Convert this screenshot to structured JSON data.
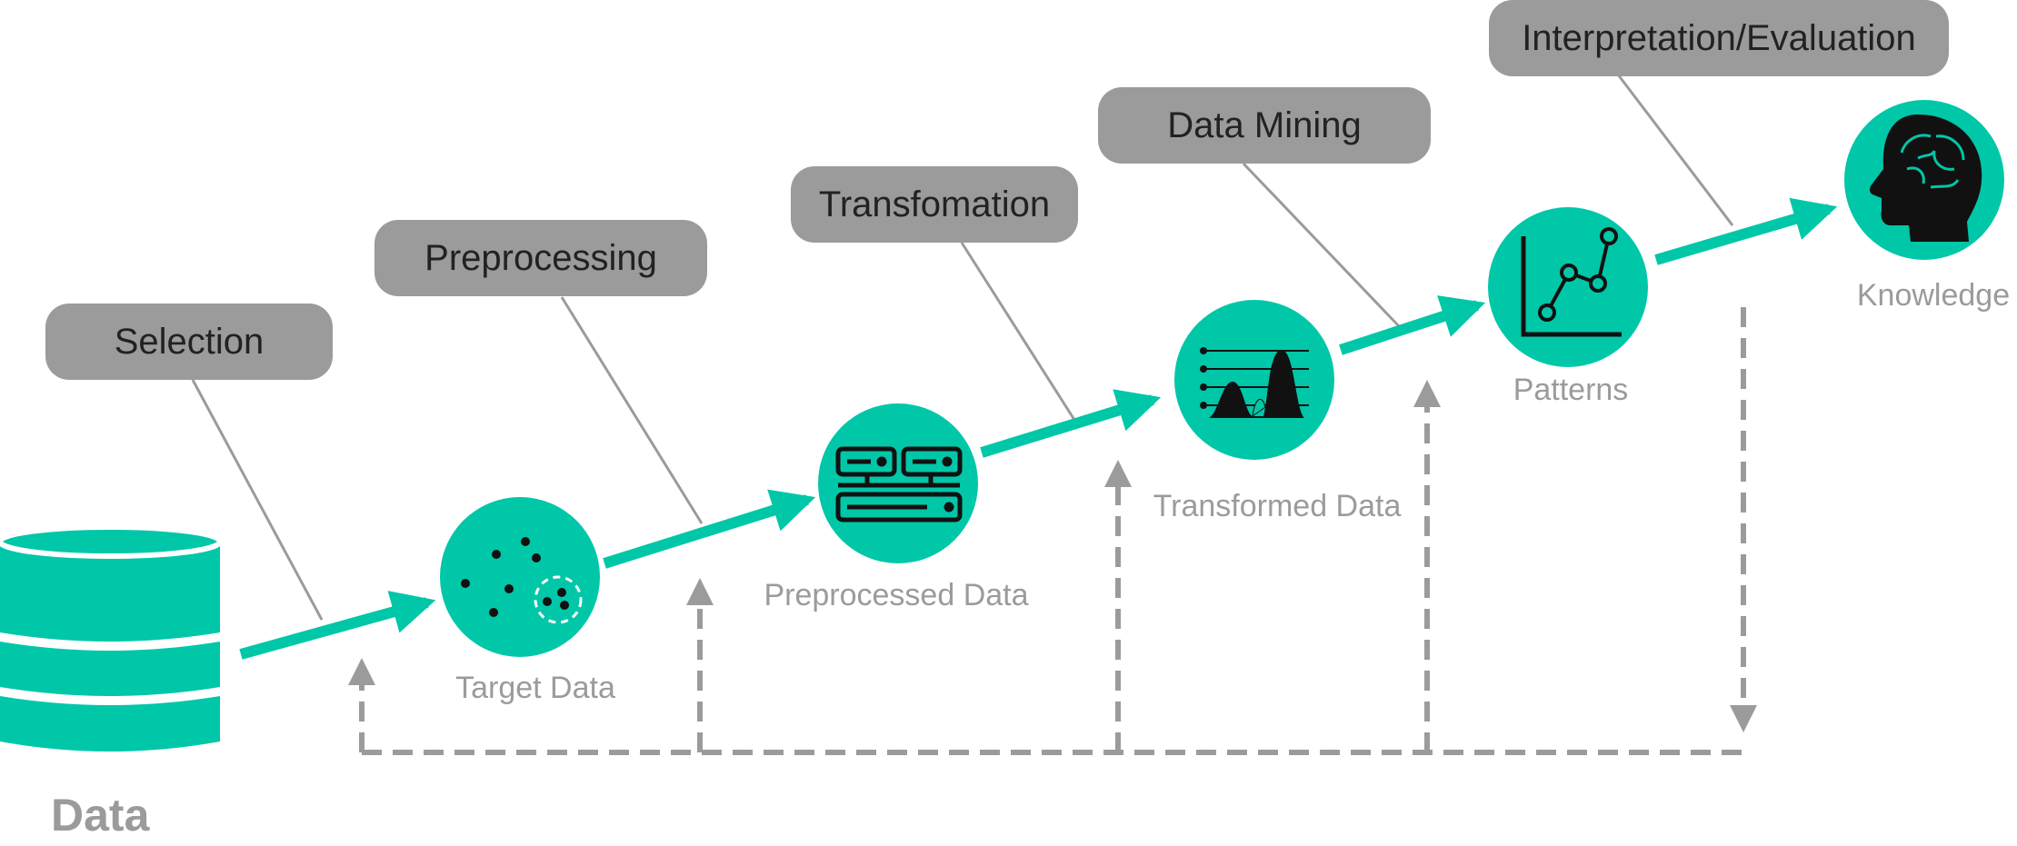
{
  "colors": {
    "accent": "#00c7a8",
    "pill": "#9b9b9b",
    "pill_text": "#222222",
    "label": "#9b9b9b",
    "connector": "#9b9b9b",
    "feedback": "#9b9b9b",
    "icon": "#111111"
  },
  "steps": [
    {
      "label": "Selection"
    },
    {
      "label": "Preprocessing"
    },
    {
      "label": "Transfomation"
    },
    {
      "label": "Data Mining"
    },
    {
      "label": "Interpretation/Evaluation"
    }
  ],
  "nodes": [
    {
      "label": "Data",
      "icon": "database-icon"
    },
    {
      "label": "Target Data",
      "icon": "scatter-dots-icon"
    },
    {
      "label": "Preprocessed Data",
      "icon": "server-racks-icon"
    },
    {
      "label": "Transformed Data",
      "icon": "distribution-chart-icon"
    },
    {
      "label": "Patterns",
      "icon": "line-chart-icon"
    },
    {
      "label": "Knowledge",
      "icon": "brain-head-icon"
    }
  ]
}
